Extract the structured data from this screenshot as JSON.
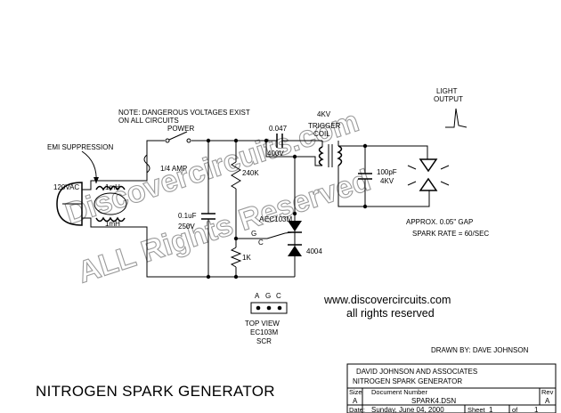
{
  "watermark": {
    "line1": "Discovercircuits.com",
    "line2": "ALL Rights Reserved"
  },
  "notes": {
    "line1": "NOTE: DANGEROUS VOLTAGES EXIST",
    "line2": "ON ALL CIRCUITS"
  },
  "labels": {
    "emi": "EMI SUPPRESSION",
    "power": "POWER",
    "fuse": "1/4 AMP",
    "ac_input": "120VAC",
    "inductor_top": "1mH",
    "inductor_bottom": "1mH",
    "cap1_value": "0.1uF",
    "cap1_voltage": "250V",
    "r1": "240K",
    "r2": "1K",
    "cap2_value": "0.047",
    "cap2_voltage": "400V",
    "coil_voltage": "4KV",
    "coil_name_1": "TRIGGER",
    "coil_name_2": "COIL",
    "cap3_value": "100pF",
    "cap3_voltage": "4KV",
    "light_1": "LIGHT",
    "light_2": "OUTPUT",
    "gap": "APPROX. 0.05\" GAP",
    "spark_rate": "SPARK RATE = 60/SEC",
    "scr_name": "EC103M",
    "scr_a": "A",
    "scr_g": "G",
    "scr_c": "C",
    "diode": "4004",
    "pin_a": "A",
    "pin_g": "G",
    "pin_c": "C",
    "top_view": "TOP VIEW",
    "pkg_part": "EC103M",
    "pkg_type": "SCR"
  },
  "website": {
    "url": "www.discovercircuits.com",
    "rights": "all rights reserved"
  },
  "drawn_by": "DRAWN BY: DAVE JOHNSON",
  "title": "NITROGEN SPARK GENERATOR",
  "title_block": {
    "company": "DAVID JOHNSON AND ASSOCIATES",
    "project": "NITROGEN SPARK GENERATOR",
    "size_label": "Size",
    "size_value": "A",
    "docnum_label": "Document Number",
    "docnum_value": "SPARK4.DSN",
    "rev_label": "Rev",
    "rev_value": "A",
    "date_label": "Date:",
    "date_value": "Sunday, June 04, 2000",
    "sheet_label": "Sheet",
    "sheet_value": "1",
    "of_label": "of",
    "of_value": "1"
  }
}
